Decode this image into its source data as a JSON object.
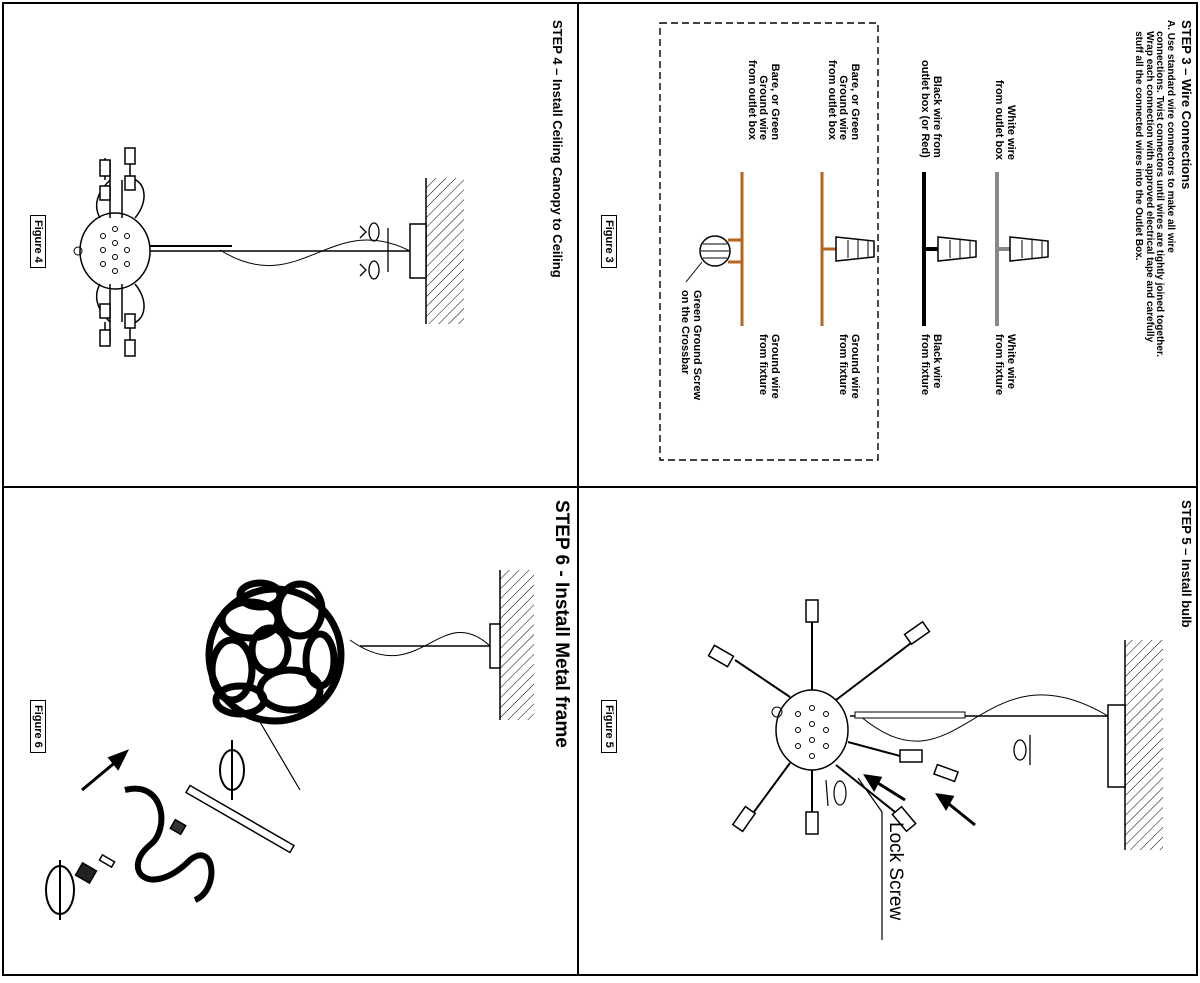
{
  "step3": {
    "title": "STEP 3  –  Wire Connections",
    "instruction": "A. Use standard wire connectors to make all wire\n    connections. Twist connectors until wires are tightly joined together.\n    Wrap each connection with approved electrical tape and carefully\n    stuff all the connected wires into the Outlet Box.",
    "figure": "Figure 3",
    "left_labels": {
      "white": "White wire\nfrom outlet box",
      "black": "Black wire from\noutlet box (or Red)",
      "ground1": "Bare, or Green\nGround wire\nfrom outlet box",
      "ground2": "Bare, or Green\nGround wire\nfrom outlet box"
    },
    "right_labels": {
      "white": "White wire\nfrom fixture",
      "black": "Black wire\nfrom fixture",
      "ground1": "Ground wire\nfrom fixture",
      "ground2": "Ground wire\nfrom fixture",
      "screw": "Green Ground Screw\non the Crossbar"
    },
    "wire_colors": {
      "white": "#888888",
      "black": "#000000",
      "ground": "#b5651d"
    }
  },
  "step4": {
    "title": "STEP 4  –  Install Ceiling Canopy  to Ceiling",
    "figure": "Figure 4"
  },
  "step5": {
    "title": "STEP 5  – Install bulb",
    "figure": "Figure 5",
    "callout": "Lock Screw"
  },
  "step6": {
    "title": "STEP 6 - Install  Metal frame",
    "figure": "Figure 6"
  }
}
